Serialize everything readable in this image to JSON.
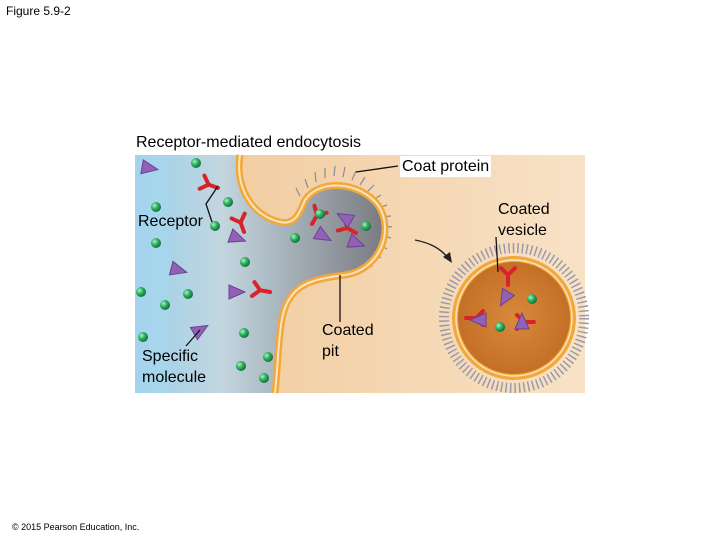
{
  "figure_id": "Figure 5.9-2",
  "title": "Receptor-mediated endocytosis",
  "labels": {
    "coat_protein": "Coat protein",
    "receptor": "Receptor",
    "coated_vesicle": [
      "Coated",
      "vesicle"
    ],
    "coated_pit": [
      "Coated",
      "pit"
    ],
    "specific_molecule": [
      "Specific",
      "molecule"
    ]
  },
  "copyright": "© 2015 Pearson Education, Inc.",
  "colors": {
    "extracellular": "#a7d6ee",
    "cytoplasm": "#f3d3ad",
    "membrane": "#f1a83d",
    "receptor": "#d8232a",
    "specific_molecule": "#9061b4",
    "other_molecule": "#1b9a4a"
  }
}
